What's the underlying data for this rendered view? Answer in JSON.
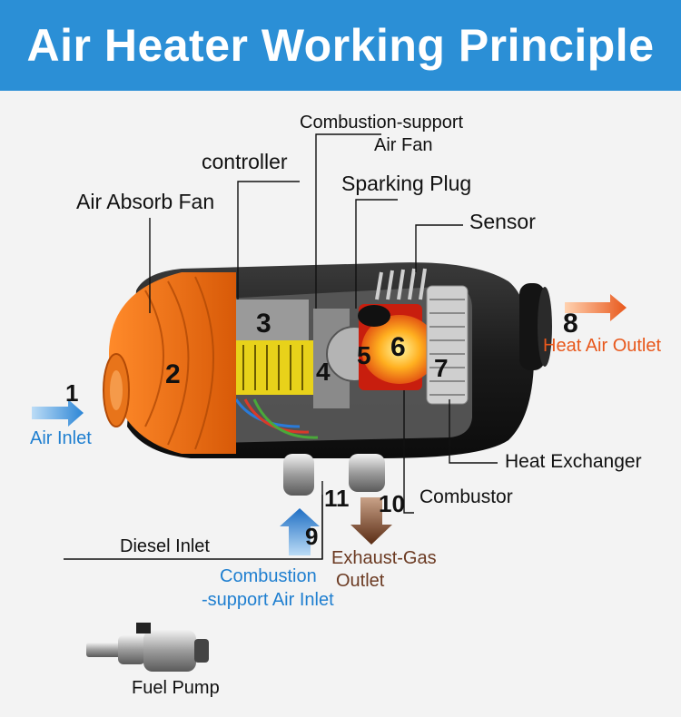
{
  "title": "Air Heater Working Principle",
  "labels": {
    "combustion_fan_line1": "Combustion-support",
    "combustion_fan_line2": "Air Fan",
    "controller": "controller",
    "sparking_plug": "Sparking Plug",
    "air_absorb_fan": "Air Absorb Fan",
    "sensor": "Sensor",
    "heat_air_outlet": "Heat Air Outlet",
    "air_inlet": "Air Inlet",
    "heat_exchanger": "Heat Exchanger",
    "combustor": "Combustor",
    "diesel_inlet": "Diesel Inlet",
    "exhaust_line1": "Exhaust-Gas",
    "exhaust_line2": "Outlet",
    "combustion_inlet_line1": "Combustion",
    "combustion_inlet_line2": "-support Air Inlet",
    "fuel_pump": "Fuel Pump"
  },
  "numbers": {
    "n1": "1",
    "n2": "2",
    "n3": "3",
    "n4": "4",
    "n5": "5",
    "n6": "6",
    "n7": "7",
    "n8": "8",
    "n9": "9",
    "n10": "10",
    "n11": "11"
  },
  "colors": {
    "title_bar": "#2b8fd6",
    "air_inlet_blue": "#1f7fd0",
    "heat_outlet_orange": "#e8581c",
    "exhaust_brown": "#6b3a22"
  }
}
